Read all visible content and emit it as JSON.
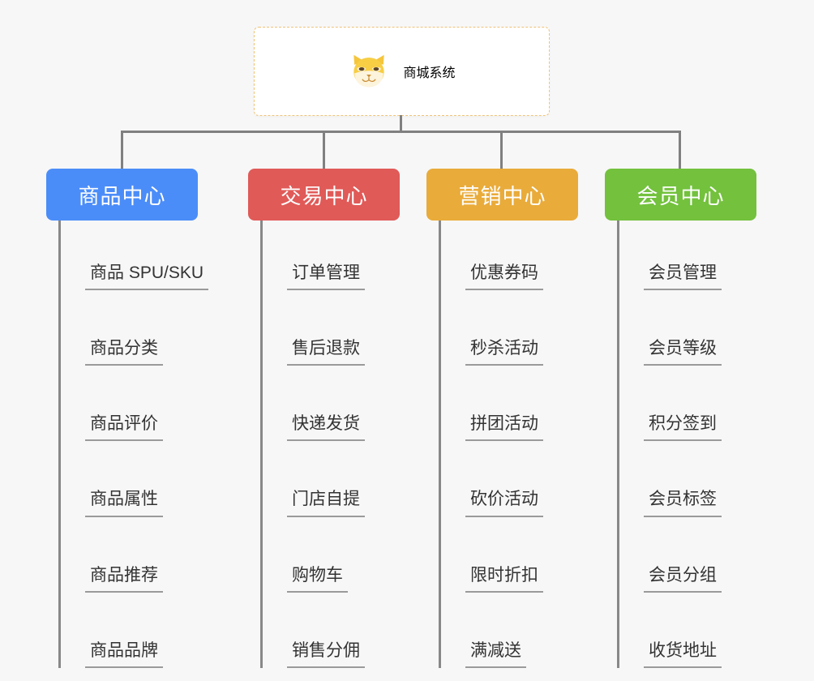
{
  "root": {
    "title": "商城系统",
    "logo_icon": "shiba-dog-icon",
    "title_color": "#e5a63a",
    "border_color": "#f0c378"
  },
  "canvas": {
    "background": "#f7f7f7",
    "connector_color": "#808080"
  },
  "columns": [
    {
      "key": "product-center",
      "header": "商品中心",
      "color": "#4b8df8",
      "items": [
        "商品 SPU/SKU",
        "商品分类",
        "商品评价",
        "商品属性",
        "商品推荐",
        "商品品牌"
      ]
    },
    {
      "key": "trade-center",
      "header": "交易中心",
      "color": "#e05a58",
      "items": [
        "订单管理",
        "售后退款",
        "快递发货",
        "门店自提",
        "购物车",
        "销售分佣"
      ]
    },
    {
      "key": "marketing-center",
      "header": "营销中心",
      "color": "#e9ab3a",
      "items": [
        "优惠券码",
        "秒杀活动",
        "拼团活动",
        "砍价活动",
        "限时折扣",
        "满减送"
      ]
    },
    {
      "key": "member-center",
      "header": "会员中心",
      "color": "#73c13d",
      "items": [
        "会员管理",
        "会员等级",
        "积分签到",
        "会员标签",
        "会员分组",
        "收货地址"
      ]
    }
  ]
}
